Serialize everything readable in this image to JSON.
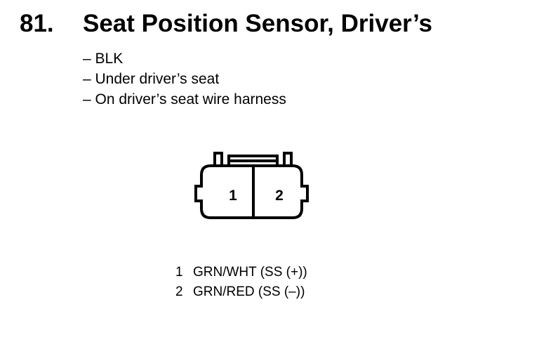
{
  "heading": {
    "number": "81.",
    "title": "Seat Position Sensor, Driver’s"
  },
  "details": [
    "– BLK",
    "– Under driver’s seat",
    "– On driver’s seat wire harness"
  ],
  "connector": {
    "terminals": [
      "1",
      "2"
    ]
  },
  "pins": [
    {
      "number": "1",
      "wire": "GRN/WHT (SS (+))"
    },
    {
      "number": "2",
      "wire": "GRN/RED (SS (–))"
    }
  ]
}
